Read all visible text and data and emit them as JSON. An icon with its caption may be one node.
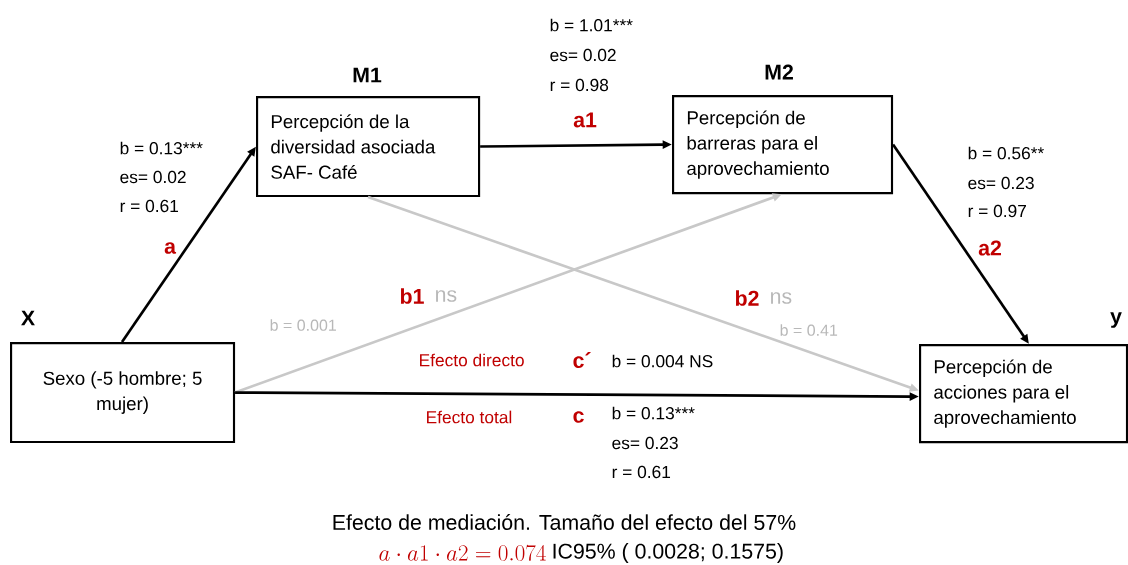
{
  "diagram": {
    "caption": "Efecto de mediación. Tamaño del efecto del 57%",
    "nodes": [
      {
        "text": [
          "X",
          "Sexo (-5 hombre; 5 mujer)"
        ]
      },
      {
        "text": [
          "M1",
          "Percepción de la diversidad asociada SAF- Café"
        ]
      },
      {
        "text": [
          "M2",
          "Percepción de barreras para el aprovechamiento"
        ]
      },
      {
        "text": [
          "y",
          "Percepción de acciones para el aprovechamiento"
        ]
      }
    ],
    "edges": [
      {
        "from": 0,
        "to": 1,
        "arrow": "to",
        "label": "a"
      },
      {
        "from": 1,
        "to": 2,
        "arrow": "to",
        "label": "a1"
      },
      {
        "from": 2,
        "to": 3,
        "arrow": "to",
        "label": "a2"
      },
      {
        "from": 0,
        "to": 2,
        "arrow": "to",
        "label": "b1",
        "color": "#c8c8c8"
      },
      {
        "from": 1,
        "to": 3,
        "arrow": "to",
        "label": "b2",
        "color": "#c8c8c8"
      },
      {
        "from": 0,
        "to": 3,
        "arrow": "to"
      }
    ],
    "labels": [
      "b = 1.01***",
      "es= 0.02",
      "r = 0.98",
      "b = 0.13***",
      "es= 0.02",
      "r = 0.61",
      "b = 0.56**",
      "es= 0.23",
      "r = 0.97",
      "ns",
      "b = 0.001",
      "ns",
      "b = 0.41",
      "Efecto directo",
      "c´",
      "b = 0.004 NS",
      "Efecto total",
      "c",
      "b = 0.13***",
      "es= 0.23",
      "r = 0.61",
      "a \\cdot a1 \\cdot a2 = 0.074",
      "IC95% ( 0.0028; 0.1575)"
    ]
  }
}
